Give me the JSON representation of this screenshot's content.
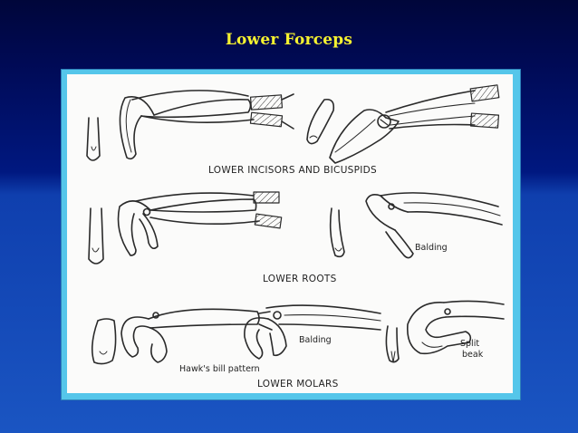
{
  "slide": {
    "title": "Lower Forceps",
    "title_color": "#f6f230"
  },
  "figure": {
    "labels": {
      "incisors_bicuspids": "LOWER INCISORS AND BICUSPIDS",
      "roots": "LOWER ROOTS",
      "molars": "LOWER MOLARS",
      "balding_roots": "Balding",
      "balding_molars": "Balding",
      "hawks_bill": "Hawk's bill pattern",
      "split_line1": "Split",
      "split_line2": "beak"
    },
    "icons": [
      "forceps-icon",
      "tooth-icon"
    ]
  }
}
